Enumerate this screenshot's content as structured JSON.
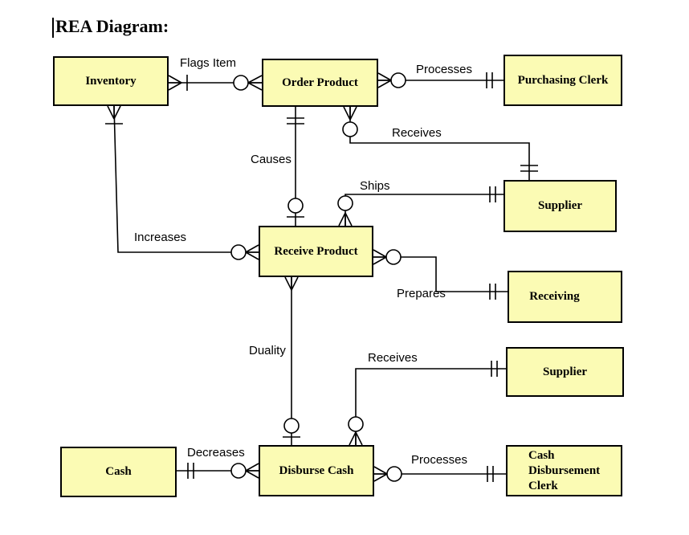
{
  "title": "REA Diagram:",
  "colors": {
    "entity_fill": "#FBFBB4",
    "entity_border": "#000000",
    "line": "#000000",
    "background": "#FFFFFF"
  },
  "entities": {
    "inventory": {
      "label": "Inventory"
    },
    "order_product": {
      "label": "Order Product"
    },
    "purchasing_clerk": {
      "label": "Purchasing Clerk"
    },
    "supplier_top": {
      "label": "Supplier"
    },
    "receive_product": {
      "label": "Receive Product"
    },
    "receiving": {
      "label": "Receiving"
    },
    "supplier_bottom": {
      "label": "Supplier"
    },
    "cash": {
      "label": "Cash"
    },
    "disburse_cash": {
      "label": "Disburse Cash"
    },
    "cash_disbursement_clerk": {
      "label": "Cash\nDisbursement\nClerk"
    }
  },
  "relationships": {
    "flags_item": {
      "label": "Flags Item",
      "from": "Inventory",
      "to": "Order Product",
      "from_cardinality": "one or many",
      "to_cardinality": "zero or many"
    },
    "processes_order": {
      "label": "Processes",
      "from": "Order Product",
      "to": "Purchasing Clerk",
      "from_cardinality": "zero or many",
      "to_cardinality": "one and only one"
    },
    "receives_order": {
      "label": "Receives",
      "from": "Order Product",
      "to": "Supplier",
      "from_cardinality": "zero or many",
      "to_cardinality": "one and only one"
    },
    "causes": {
      "label": "Causes",
      "from": "Order Product",
      "to": "Receive Product",
      "from_cardinality": "one and only one",
      "to_cardinality": "zero or one"
    },
    "ships": {
      "label": "Ships",
      "from": "Supplier",
      "to": "Receive Product",
      "from_cardinality": "one and only one",
      "to_cardinality": "zero or many"
    },
    "increases": {
      "label": "Increases",
      "from": "Inventory",
      "to": "Receive Product",
      "from_cardinality": "one or many",
      "to_cardinality": "zero or many"
    },
    "prepares": {
      "label": "Prepares",
      "from": "Receive Product",
      "to": "Receiving",
      "from_cardinality": "zero or many",
      "to_cardinality": "one and only one"
    },
    "duality": {
      "label": "Duality",
      "from": "Receive Product",
      "to": "Disburse Cash",
      "from_cardinality": "many",
      "to_cardinality": "zero or one"
    },
    "receives_disbursement": {
      "label": "Receives",
      "from": "Disburse Cash",
      "to": "Supplier",
      "from_cardinality": "zero or many",
      "to_cardinality": "one and only one"
    },
    "decreases": {
      "label": "Decreases",
      "from": "Cash",
      "to": "Disburse Cash",
      "from_cardinality": "one and only one",
      "to_cardinality": "zero or many"
    },
    "processes_disbursement": {
      "label": "Processes",
      "from": "Disburse Cash",
      "to": "Cash Disbursement Clerk",
      "from_cardinality": "zero or many",
      "to_cardinality": "one and only one"
    }
  }
}
